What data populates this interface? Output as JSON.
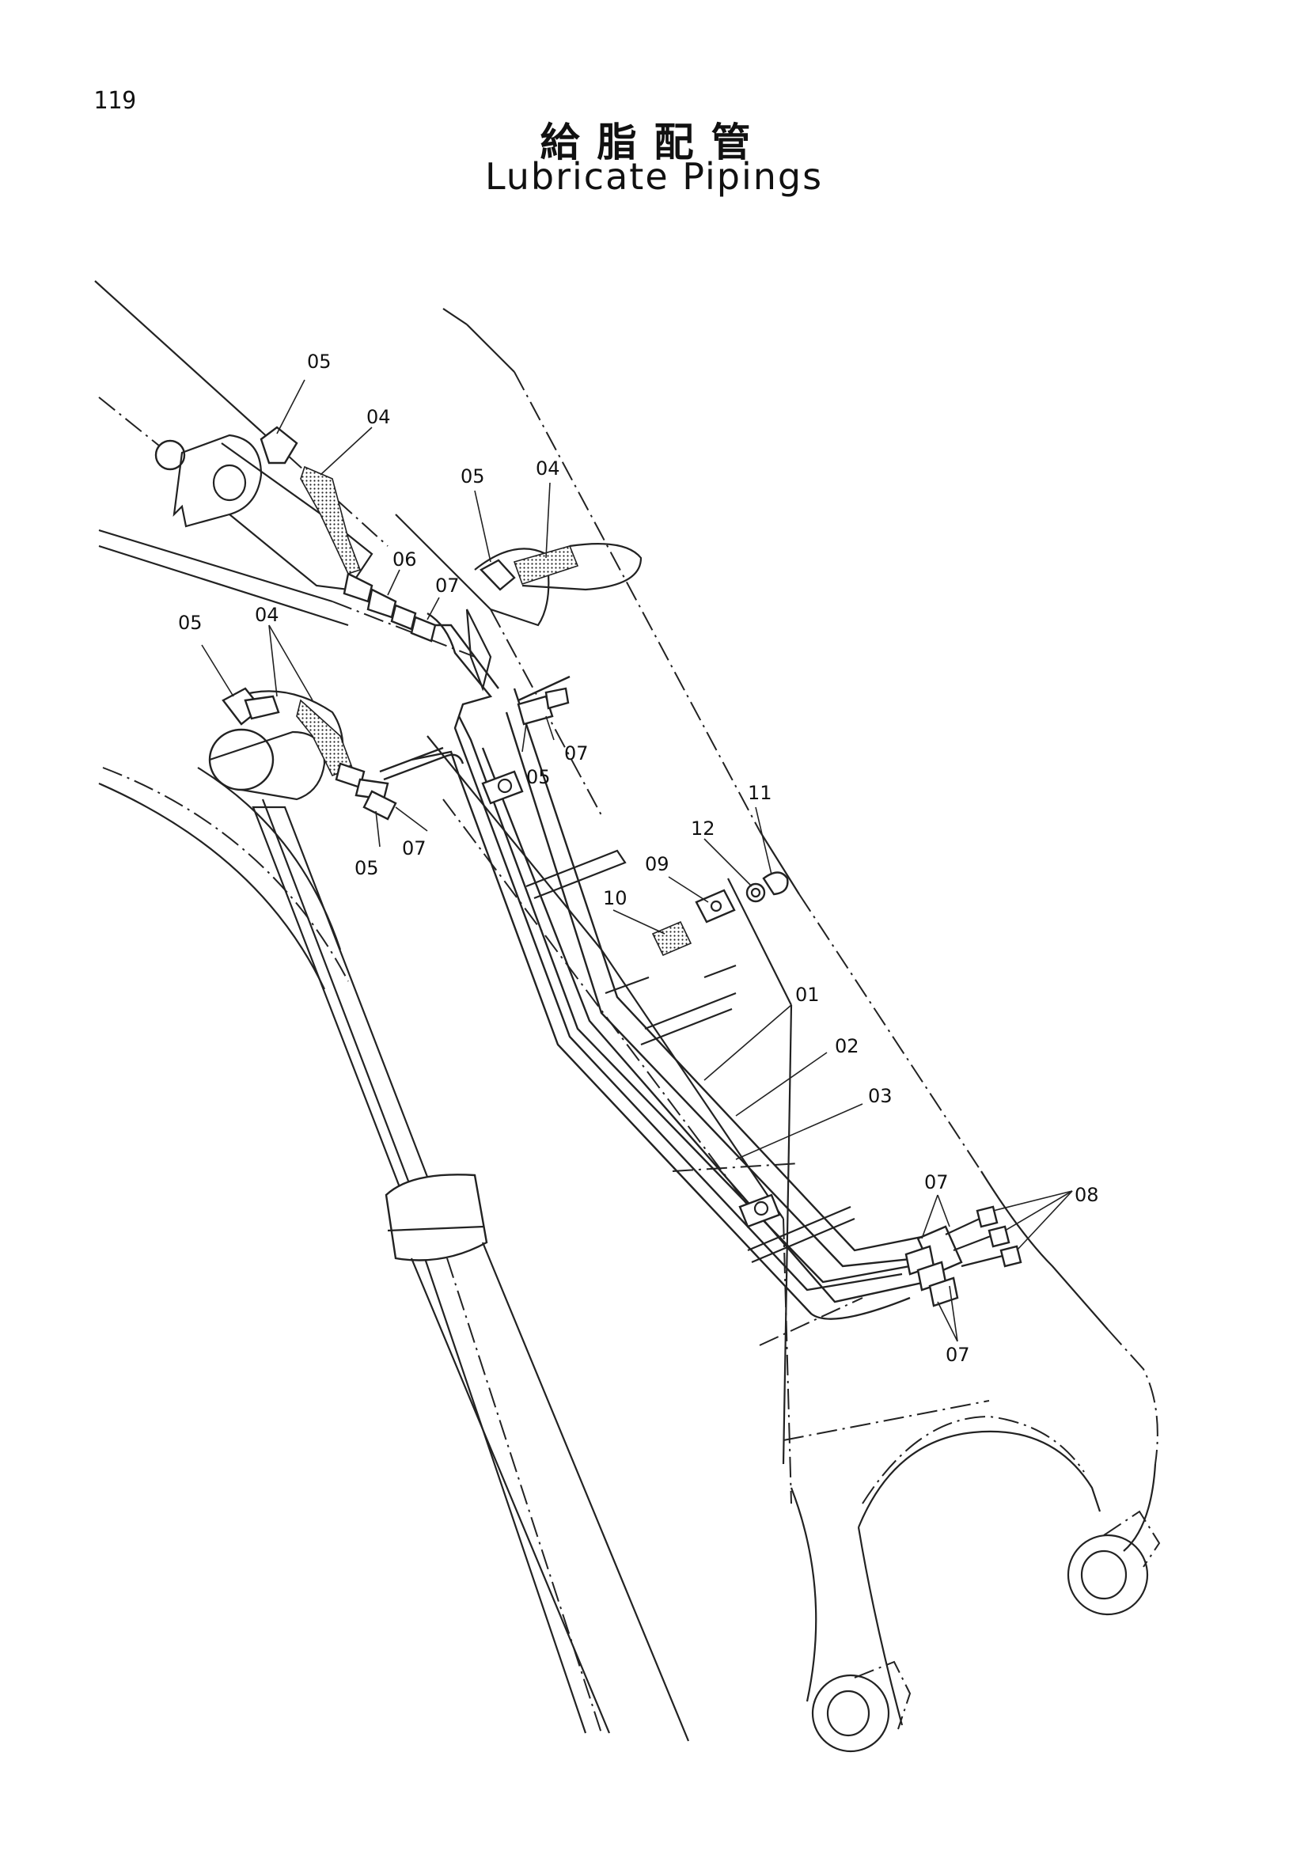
{
  "page_number": "119",
  "title_jp": "給脂配管",
  "title_en": "Lubricate Pipings",
  "callouts": [
    {
      "id": "c-05-a",
      "label": "05"
    },
    {
      "id": "c-04-a",
      "label": "04"
    },
    {
      "id": "c-05-b",
      "label": "05"
    },
    {
      "id": "c-04-b",
      "label": "04"
    },
    {
      "id": "c-06",
      "label": "06"
    },
    {
      "id": "c-07-a",
      "label": "07"
    },
    {
      "id": "c-05-c",
      "label": "05"
    },
    {
      "id": "c-04-c",
      "label": "04"
    },
    {
      "id": "c-07-b",
      "label": "07"
    },
    {
      "id": "c-05-d",
      "label": "05"
    },
    {
      "id": "c-05-e",
      "label": "05"
    },
    {
      "id": "c-07-c",
      "label": "07"
    },
    {
      "id": "c-11",
      "label": "11"
    },
    {
      "id": "c-12",
      "label": "12"
    },
    {
      "id": "c-09",
      "label": "09"
    },
    {
      "id": "c-10",
      "label": "10"
    },
    {
      "id": "c-01",
      "label": "01"
    },
    {
      "id": "c-02",
      "label": "02"
    },
    {
      "id": "c-03",
      "label": "03"
    },
    {
      "id": "c-07-d",
      "label": "07"
    },
    {
      "id": "c-08",
      "label": "08"
    },
    {
      "id": "c-07-e",
      "label": "07"
    }
  ]
}
